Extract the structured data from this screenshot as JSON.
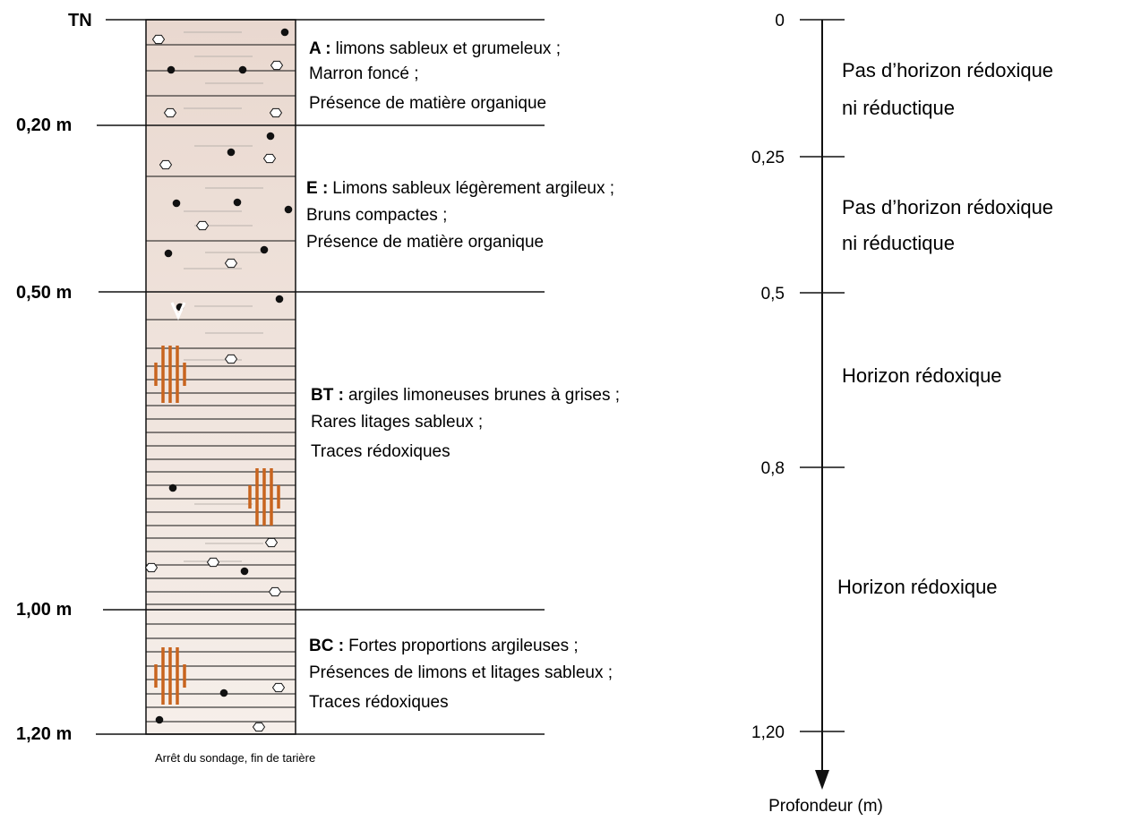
{
  "log": {
    "depth_labels": [
      "TN",
      "0,20 m",
      "0,50 m",
      "1,00 m",
      "1,20 m"
    ],
    "layers": [
      {
        "code": "A :",
        "lines": [
          "limons sableux et grumeleux ;",
          "Marron foncé ;",
          "Présence de matière organique"
        ]
      },
      {
        "code": "E :",
        "lines": [
          "Limons sableux légèrement argileux ;",
          "Bruns compactes ;",
          "Présence de matière organique"
        ]
      },
      {
        "code": "BT :",
        "lines": [
          "argiles limoneuses brunes à grises ;",
          "Rares litages sableux ;",
          "Traces rédoxiques"
        ]
      },
      {
        "code": "BC :",
        "lines": [
          "Fortes proportions argileuses ;",
          "Présences de limons et litages sableux ;",
          "Traces rédoxiques"
        ]
      }
    ],
    "bottom_note": "Arrêt du sondage, fin de tarière",
    "fill_color": "#efe1d9",
    "redox_color": "#c8641e"
  },
  "scale": {
    "ticks": [
      "0",
      "0,25",
      "0,5",
      "0,8",
      "1,20"
    ],
    "axis_title": "Profondeur (m)",
    "horizons": [
      [
        "Pas d’horizon rédoxique",
        "ni réductique"
      ],
      [
        "Pas d’horizon rédoxique",
        "ni réductique"
      ],
      [
        "Horizon rédoxique"
      ],
      [
        "Horizon rédoxique"
      ]
    ]
  }
}
